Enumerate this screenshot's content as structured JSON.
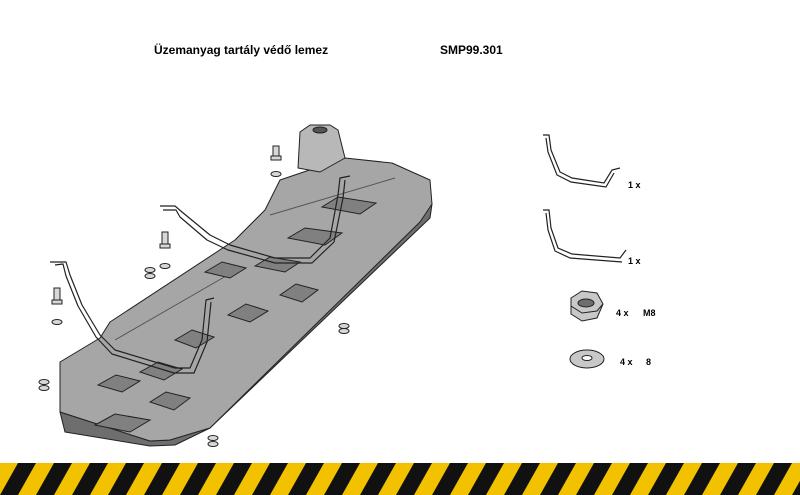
{
  "header": {
    "title": "Üzemanyag tartály védő lemez",
    "code": "SMP99.301"
  },
  "parts": [
    {
      "name": "bracket-1",
      "qty": "1 x",
      "label": ""
    },
    {
      "name": "bracket-2",
      "qty": "1 x",
      "label": ""
    },
    {
      "name": "nut",
      "qty": "4 x",
      "label": "M8"
    },
    {
      "name": "washer",
      "qty": "4 x",
      "label": "8"
    }
  ],
  "colors": {
    "plate": "#a6a6a6",
    "plate_dark": "#6e6e6e",
    "outline": "#222222",
    "hazard_yellow": "#f2c200",
    "hazard_black": "#111111"
  }
}
